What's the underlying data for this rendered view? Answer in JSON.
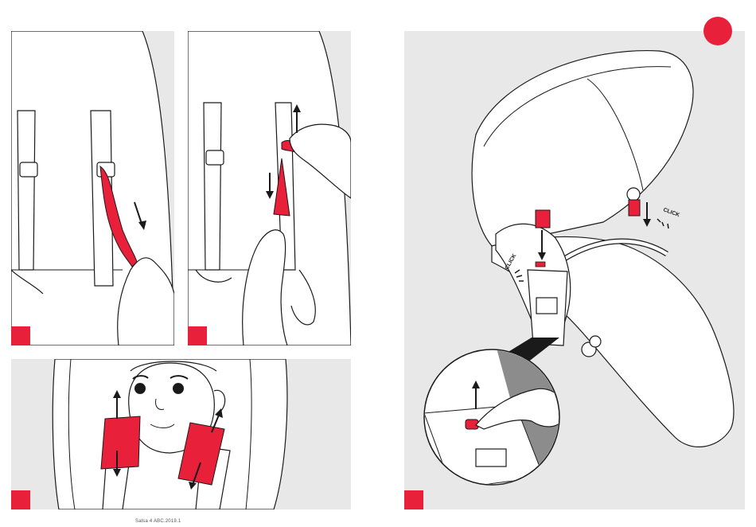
{
  "footer": {
    "text": "Salsa 4 ABC.2019.1"
  },
  "annotations": {
    "click_left": "CLICK",
    "click_right": "CLICK"
  },
  "colors": {
    "accent": "#e8203a",
    "panel_bg": "#e8e8e8",
    "line": "#1a1a1a"
  }
}
